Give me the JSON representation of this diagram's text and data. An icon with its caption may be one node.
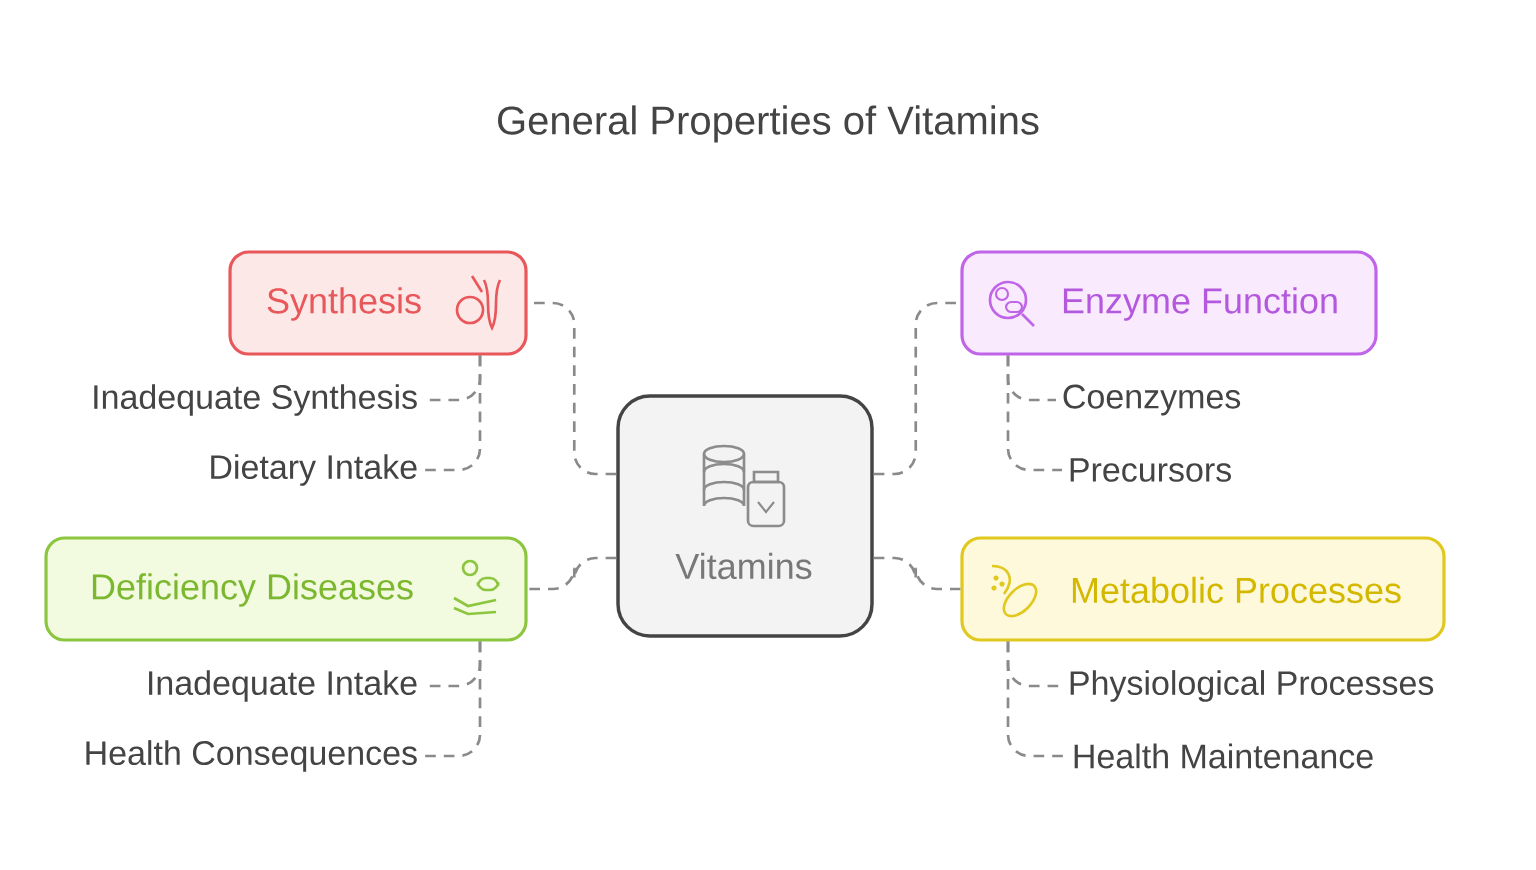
{
  "diagram": {
    "title": "General Properties of Vitamins",
    "nodes": [
      {
        "text": [
          "Vitamins"
        ]
      },
      {
        "text": [
          "Synthesis"
        ]
      },
      {
        "text": [
          "Inadequate Synthesis"
        ]
      },
      {
        "text": [
          "Dietary Intake"
        ]
      },
      {
        "text": [
          "Enzyme Function"
        ]
      },
      {
        "text": [
          "Coenzymes"
        ]
      },
      {
        "text": [
          "Precursors"
        ]
      },
      {
        "text": [
          "Deficiency Diseases"
        ]
      },
      {
        "text": [
          "Inadequate Intake"
        ]
      },
      {
        "text": [
          "Health Consequences"
        ]
      },
      {
        "text": [
          "Metabolic Processes"
        ]
      },
      {
        "text": [
          "Physiological Processes"
        ]
      },
      {
        "text": [
          "Health Maintenance"
        ]
      }
    ],
    "edges": [
      {
        "from": 0,
        "to": 1,
        "arrow": "none",
        "style": "dashed"
      },
      {
        "from": 0,
        "to": 4,
        "arrow": "none",
        "style": "dashed"
      },
      {
        "from": 0,
        "to": 7,
        "arrow": "none",
        "style": "dashed"
      },
      {
        "from": 0,
        "to": 10,
        "arrow": "none",
        "style": "dashed"
      },
      {
        "from": 1,
        "to": 2,
        "arrow": "none",
        "style": "dashed"
      },
      {
        "from": 1,
        "to": 3,
        "arrow": "none",
        "style": "dashed"
      },
      {
        "from": 4,
        "to": 5,
        "arrow": "none",
        "style": "dashed"
      },
      {
        "from": 4,
        "to": 6,
        "arrow": "none",
        "style": "dashed"
      },
      {
        "from": 7,
        "to": 8,
        "arrow": "none",
        "style": "dashed"
      },
      {
        "from": 7,
        "to": 9,
        "arrow": "none",
        "style": "dashed"
      },
      {
        "from": 10,
        "to": 11,
        "arrow": "none",
        "style": "dashed"
      },
      {
        "from": 10,
        "to": 12,
        "arrow": "none",
        "style": "dashed"
      }
    ]
  }
}
